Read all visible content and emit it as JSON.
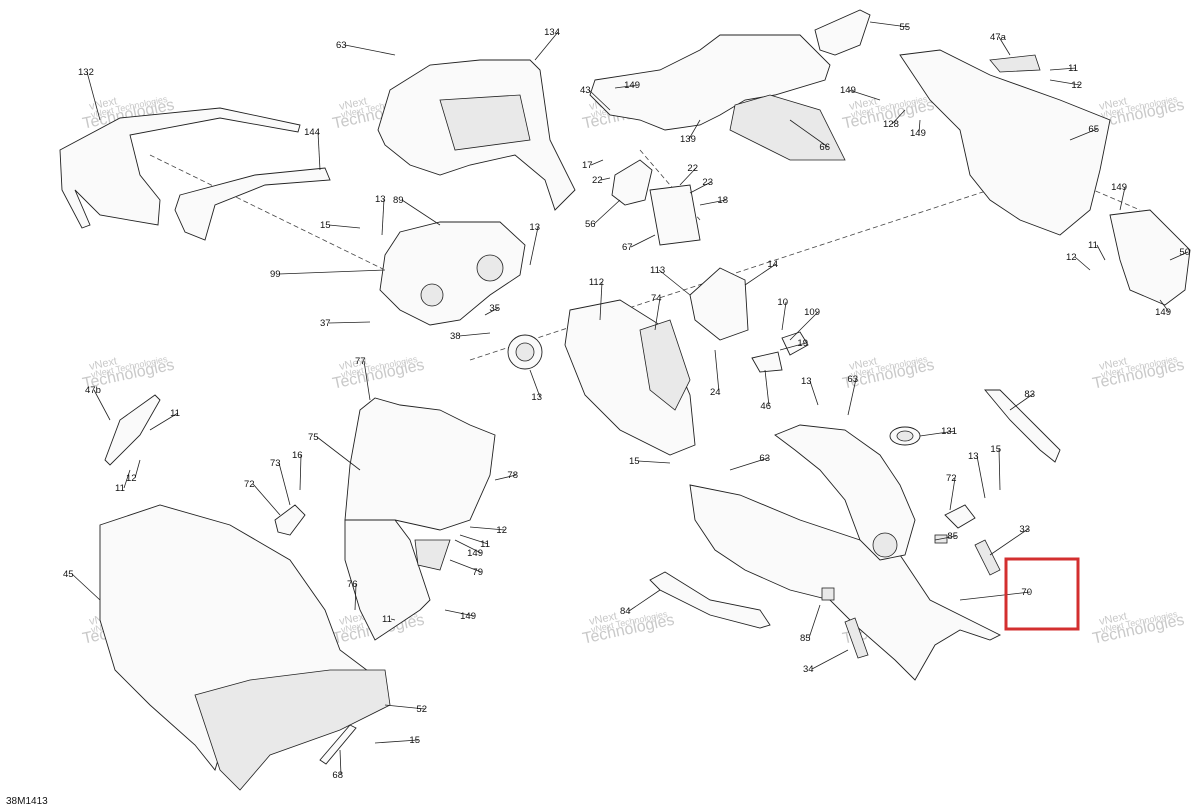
{
  "figure_code": "38M1413",
  "watermark": {
    "line1": "vNext",
    "line2": "Technologies"
  },
  "highlight": {
    "part": "70",
    "color": "#d32f2f"
  },
  "labels": [
    "132",
    "144",
    "63",
    "134",
    "43",
    "149",
    "139",
    "55",
    "66",
    "47a",
    "11",
    "12",
    "149",
    "149",
    "128",
    "65",
    "15",
    "13",
    "89",
    "99",
    "13",
    "37",
    "35",
    "38",
    "13",
    "17",
    "22",
    "56",
    "22",
    "23",
    "18",
    "67",
    "113",
    "14",
    "112",
    "74",
    "10",
    "109",
    "19",
    "24",
    "46",
    "149",
    "11",
    "12",
    "50",
    "149",
    "77",
    "47b",
    "11",
    "12",
    "11",
    "75",
    "78",
    "73",
    "16",
    "72",
    "12",
    "11",
    "149",
    "79",
    "76",
    "11",
    "149",
    "45",
    "52",
    "15",
    "68",
    "83",
    "131",
    "15",
    "63",
    "13",
    "15",
    "63",
    "13",
    "72",
    "85",
    "33",
    "84",
    "85",
    "70",
    "34"
  ]
}
